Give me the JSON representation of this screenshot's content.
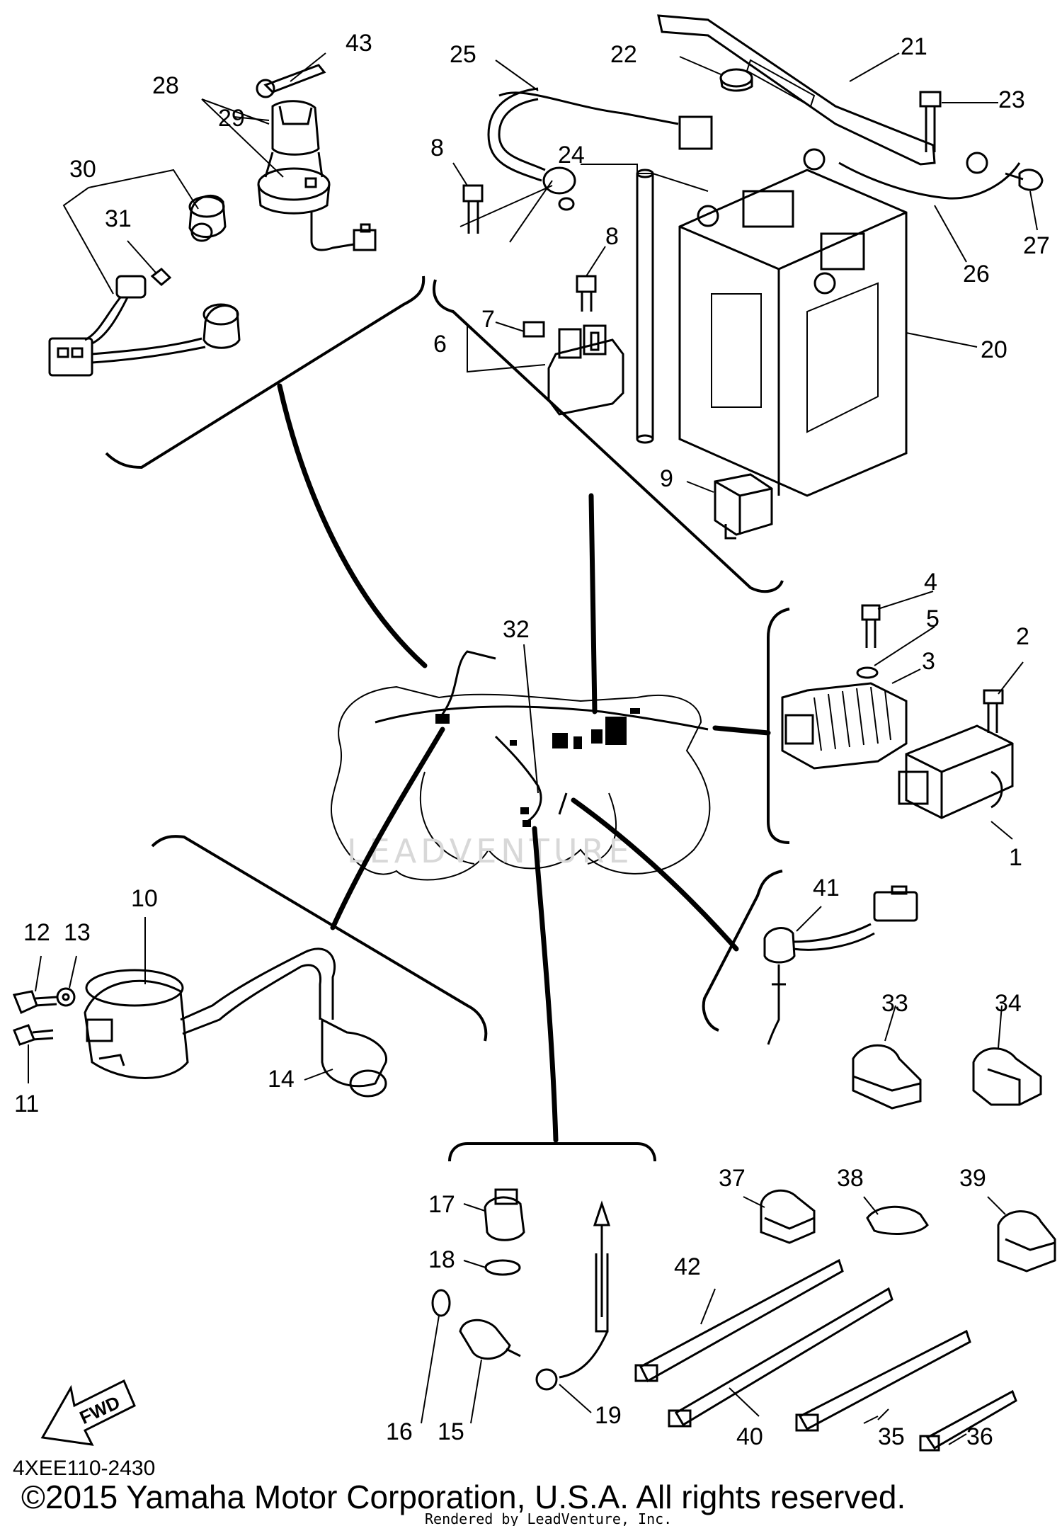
{
  "diagram": {
    "callouts": [
      "1",
      "2",
      "3",
      "4",
      "5",
      "6",
      "7",
      "8",
      "8",
      "9",
      "10",
      "11",
      "12",
      "13",
      "14",
      "15",
      "16",
      "17",
      "18",
      "19",
      "20",
      "21",
      "22",
      "23",
      "24",
      "25",
      "26",
      "27",
      "28",
      "29",
      "30",
      "31",
      "32",
      "33",
      "34",
      "35",
      "36",
      "37",
      "38",
      "39",
      "40",
      "41",
      "42",
      "43"
    ],
    "watermark": "LEADVENTURE",
    "fwd_label": "FWD",
    "part_code": "4XEE110-2430",
    "copyright": "©2015 Yamaha Motor Corporation, U.S.A. All rights reserved.",
    "rendered_by": "Rendered by LeadVenture, Inc."
  }
}
